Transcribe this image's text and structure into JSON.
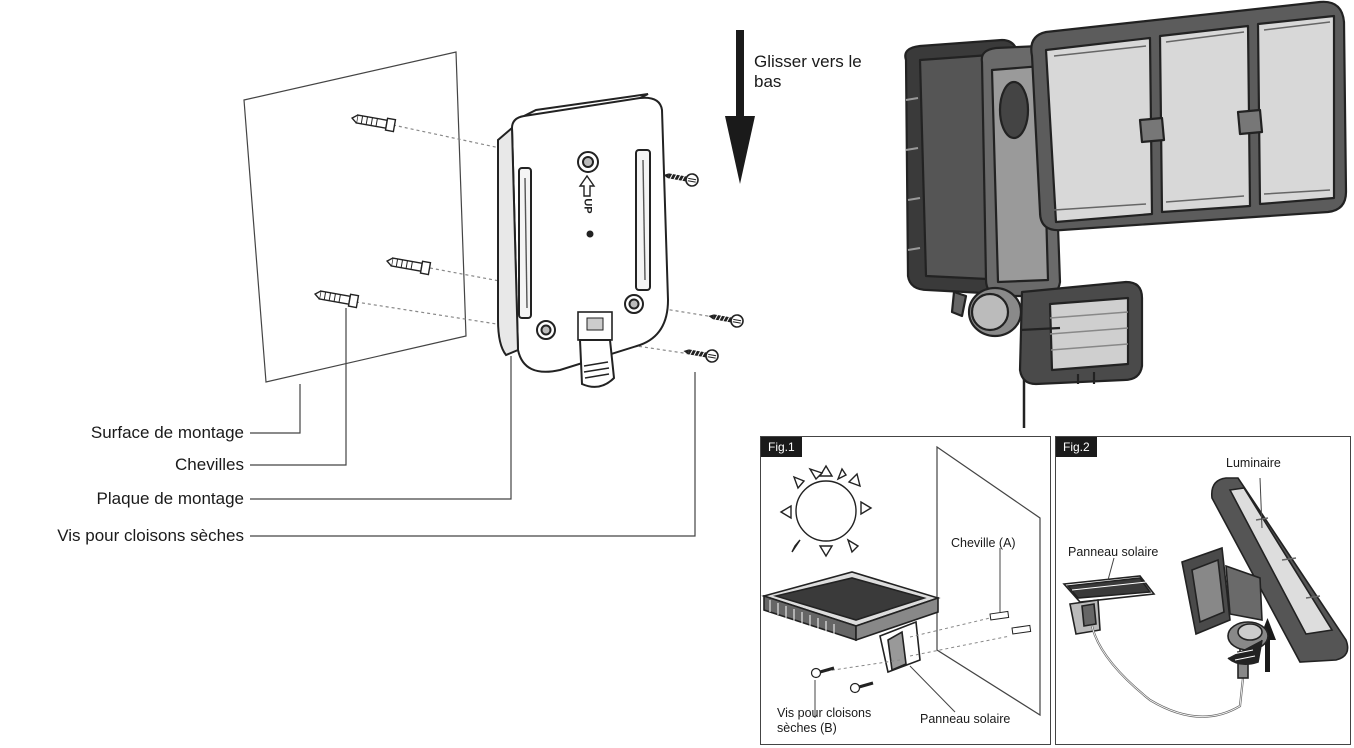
{
  "labels": {
    "slide_down": "Glisser vers le bas",
    "surface": "Surface de montage",
    "plugs": "Chevilles",
    "plate": "Plaque de montage",
    "screws": "Vis pour cloisons sèches",
    "up_mark": "UP"
  },
  "fig1": {
    "tag": "Fig.1",
    "anchor_label": "Cheville (A)",
    "screw_label": "Vis pour cloisons sèches (B)",
    "panel_label": "Panneau solaire"
  },
  "fig2": {
    "tag": "Fig.2",
    "fixture_label": "Luminaire",
    "panel_label": "Panneau solaire"
  },
  "colors": {
    "ink": "#1a1a1a",
    "line": "#333333",
    "dash": "#888888"
  }
}
